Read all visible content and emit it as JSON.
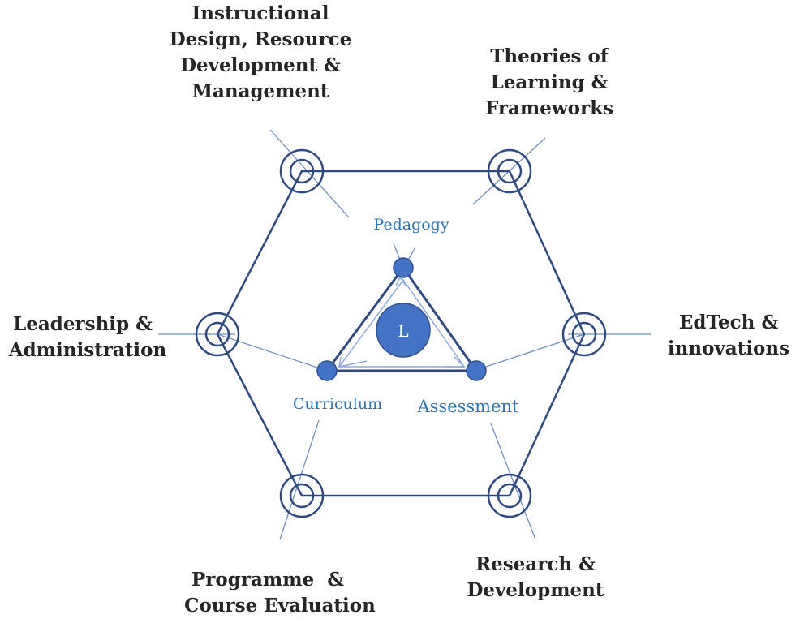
{
  "outer_topics": {
    "top_left": [
      "Instructional",
      "Design, Resource",
      "Development &",
      "Management"
    ],
    "top_right": [
      "Theories of",
      "Learning &",
      "Frameworks"
    ],
    "right": [
      "EdTech &",
      "innovations"
    ],
    "bottom_right": [
      "Research &",
      "Development"
    ],
    "bottom_left": [
      "Programme  &",
      "Course Evaluation"
    ],
    "left": [
      "Leadership &",
      "Administration"
    ]
  },
  "core": {
    "top": "Pedagogy",
    "left": "Curriculum",
    "right": "Assessment",
    "center": "L"
  },
  "colors": {
    "node": "#4472C4",
    "hexagon": "#2F4A80",
    "core_label": "#2E75B6"
  }
}
